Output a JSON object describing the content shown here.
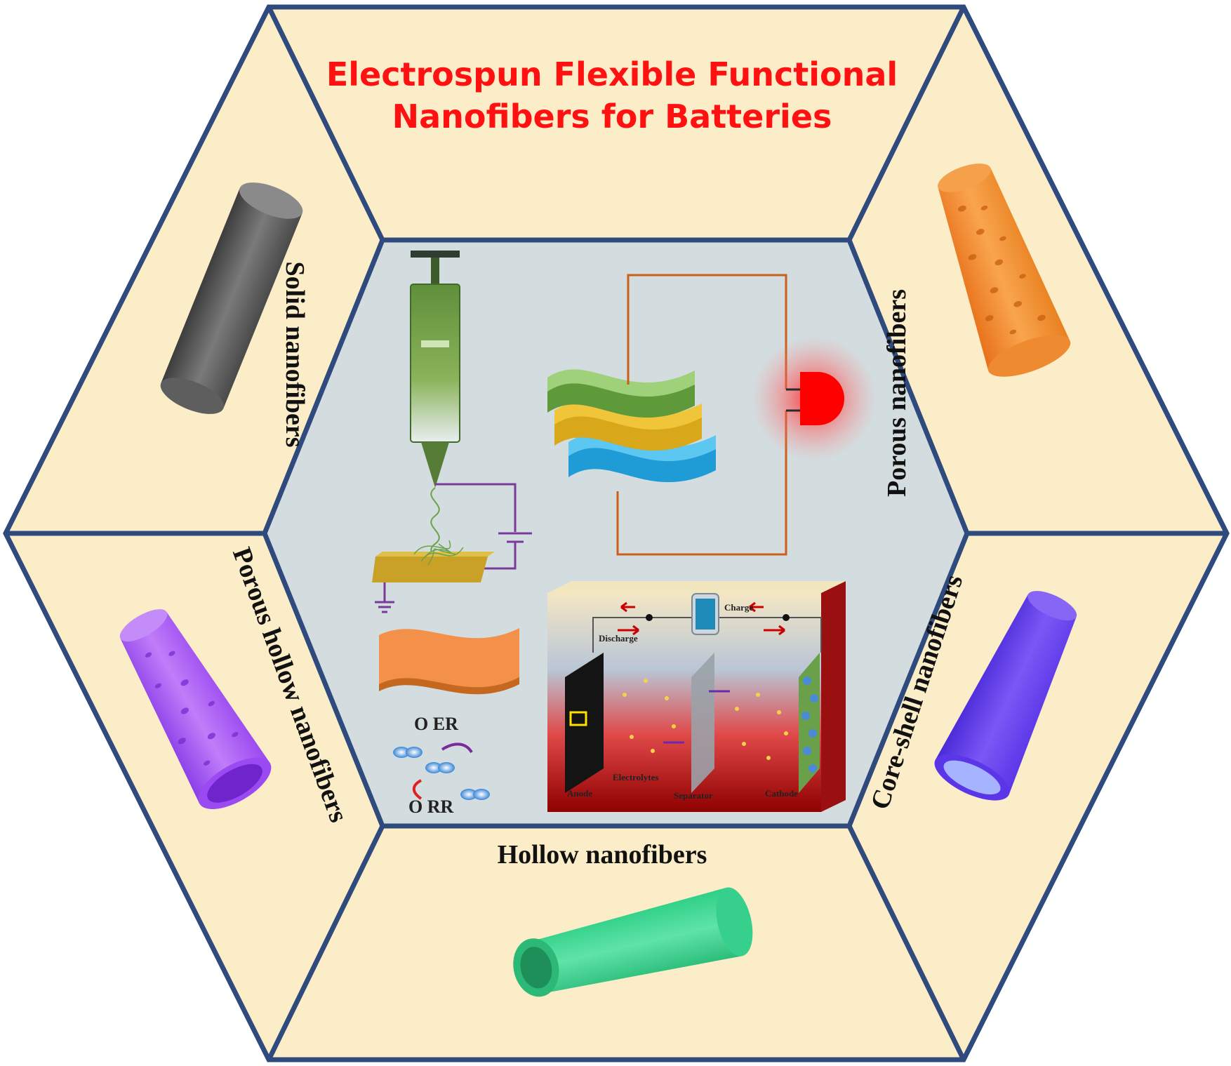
{
  "title": {
    "line1": "Electrospun Flexible Functional",
    "line2": "Nanofibers for Batteries"
  },
  "segments": {
    "solid": "Solid nanofibers",
    "porous": "Porous nanofibers",
    "core_shell": "Core-shell nanofibers",
    "hollow": "Hollow nanofibers",
    "porous_hollow": "Porous hollow nanofibers"
  },
  "center": {
    "oer": "O ER",
    "orr": "O RR",
    "charge": "Charge",
    "discharge": "Discharge",
    "electrolytes": "Electrolytes",
    "anode": "Anode",
    "separator": "Separator",
    "cathode": "Cathode"
  },
  "colors": {
    "background": "#fcedc9",
    "border": "#2f4a7c",
    "center_fill": "#d3dde0",
    "title": "#ff1111",
    "solid_fiber": "#5a5a5a",
    "porous_fiber": "#f08a2e",
    "core_shell_fiber": "#6a3ff0",
    "hollow_fiber": "#3ed692",
    "porous_hollow_fiber": "#a55cf0",
    "led": "#ff0000",
    "circuit_wire": "#c8601a"
  },
  "icons": [
    "syringe-icon",
    "collector-plate-icon",
    "ground-icon",
    "battery-icon",
    "led-icon",
    "layered-electrodes-icon",
    "battery-cell-icon",
    "smartphone-icon"
  ]
}
